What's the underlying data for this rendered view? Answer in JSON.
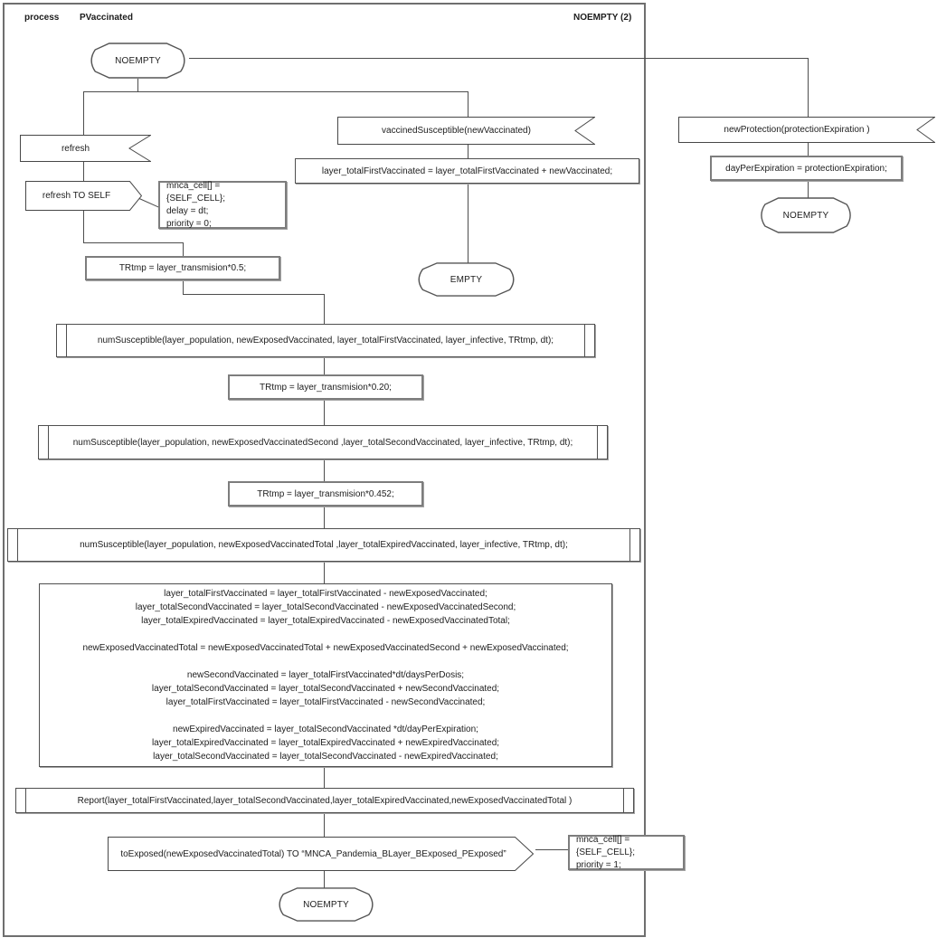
{
  "header": {
    "kind_label": "process",
    "process_name": "PVaccinated",
    "state_ref": "NOEMPTY (2)"
  },
  "colors": {
    "stroke": "#4d4d4d",
    "frame": "#6f6f6f",
    "box_border": "#4f4f4f",
    "thick_border": "#7d7d7d",
    "background": "#ffffff",
    "text": "#1c1c1c"
  },
  "states": {
    "top": "NOEMPTY",
    "empty": "EMPTY",
    "right": "NOEMPTY",
    "bottom": "NOEMPTY"
  },
  "messages": {
    "receive_refresh": "refresh",
    "send_refresh_to_self": "refresh TO SELF",
    "receive_vaccined_susceptible": "vaccinedSusceptible(newVaccinated)",
    "receive_new_protection": "newProtection(protectionExpiration )",
    "send_to_exposed": "toExposed(newExposedVaccinatedTotal) TO “MNCA_Pandemia_BLayer_BExposed_PExposed”"
  },
  "code": {
    "refresh_params": "mnca_cell[] = {SELF_CELL};\ndelay = dt;\npriority = 0;",
    "first_vaccinated_update": "layer_totalFirstVaccinated = layer_totalFirstVaccinated + newVaccinated;",
    "day_per_expiration": "dayPerExpiration = protectionExpiration;",
    "trtmp_05": "TRtmp  = layer_transmision*0.5;",
    "num_susceptible_1": "numSusceptible(layer_population, newExposedVaccinated, layer_totalFirstVaccinated, layer_infective, TRtmp, dt);",
    "trtmp_020": "TRtmp = layer_transmision*0.20;",
    "num_susceptible_2": "numSusceptible(layer_population, newExposedVaccinatedSecond ,layer_totalSecondVaccinated, layer_infective, TRtmp, dt);",
    "trtmp_0452": "TRtmp = layer_transmision*0.452;",
    "num_susceptible_3": "numSusceptible(layer_population, newExposedVaccinatedTotal ,layer_totalExpiredVaccinated, layer_infective, TRtmp, dt);",
    "vaccination_block": "layer_totalFirstVaccinated = layer_totalFirstVaccinated - newExposedVaccinated;\nlayer_totalSecondVaccinated = layer_totalSecondVaccinated - newExposedVaccinatedSecond;\nlayer_totalExpiredVaccinated = layer_totalExpiredVaccinated - newExposedVaccinatedTotal;\n\nnewExposedVaccinatedTotal = newExposedVaccinatedTotal + newExposedVaccinatedSecond  + newExposedVaccinated;\n\nnewSecondVaccinated = layer_totalFirstVaccinated*dt/daysPerDosis;\nlayer_totalSecondVaccinated = layer_totalSecondVaccinated + newSecondVaccinated;\nlayer_totalFirstVaccinated = layer_totalFirstVaccinated - newSecondVaccinated;\n\nnewExpiredVaccinated = layer_totalSecondVaccinated *dt/dayPerExpiration;\nlayer_totalExpiredVaccinated = layer_totalExpiredVaccinated + newExpiredVaccinated;\nlayer_totalSecondVaccinated = layer_totalSecondVaccinated - newExpiredVaccinated;",
    "report": "Report(layer_totalFirstVaccinated,layer_totalSecondVaccinated,layer_totalExpiredVaccinated,newExposedVaccinatedTotal )",
    "to_exposed_params": "mnca_cell[] = {SELF_CELL};\npriority = 1;"
  }
}
